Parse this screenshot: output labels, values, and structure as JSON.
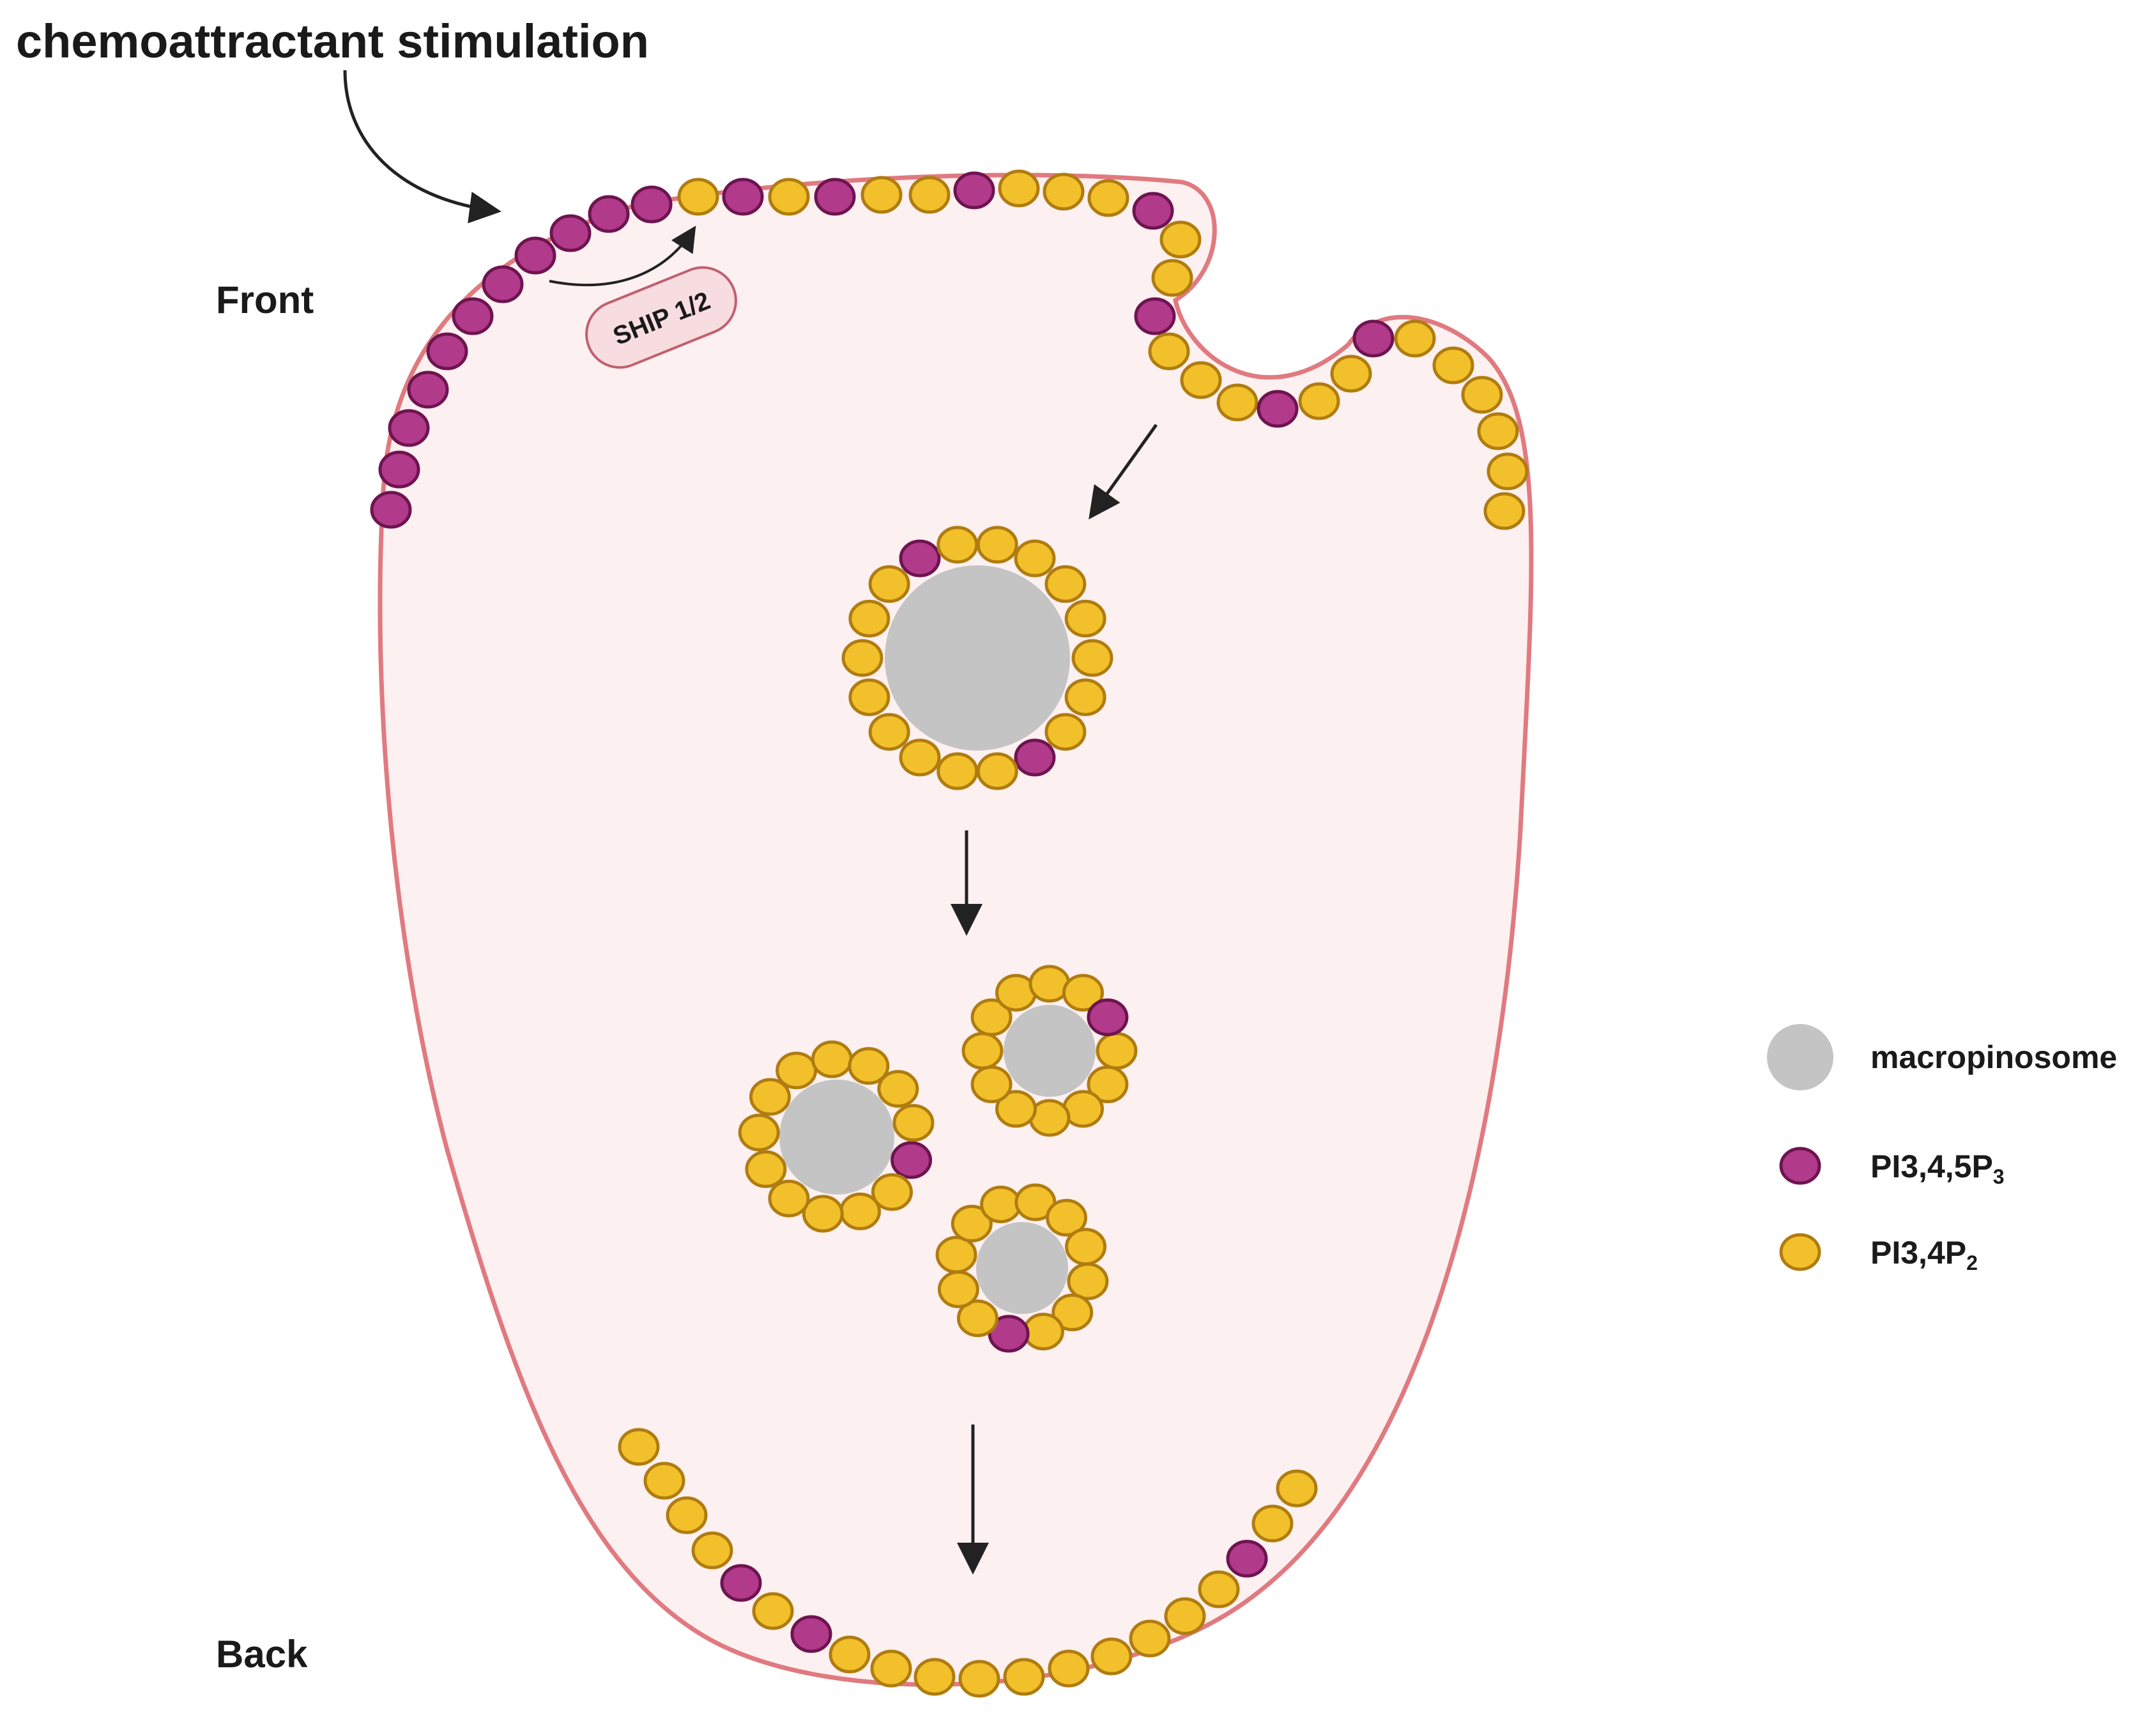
{
  "title": "chemoattractant stimulation",
  "labels": {
    "front": "Front",
    "back": "Back",
    "enzyme": "SHIP 1/2"
  },
  "legend": {
    "macropinosome": "macropinosome",
    "pip3": {
      "base": "PI3,4,5P",
      "sub": "3"
    },
    "pip2": {
      "base": "PI3,4P",
      "sub": "2"
    }
  },
  "colors": {
    "cell_fill": "#fdf0f0",
    "cell_outline": "#e07a80",
    "pip3_fill": "#b23a8a",
    "pip3_stroke": "#6e1450",
    "pip2_fill": "#f2c02a",
    "pip2_stroke": "#b07c10",
    "macropinosome": "#c4c4c4",
    "ship_fill": "#f8dde0",
    "ship_stroke": "#c06070",
    "arrow": "#222222"
  },
  "icons": {
    "arrow": "arrow-icon",
    "pip3": "pip3-lipid-icon",
    "pip2": "pip2-lipid-icon",
    "macropinosome": "macropinosome-icon"
  }
}
